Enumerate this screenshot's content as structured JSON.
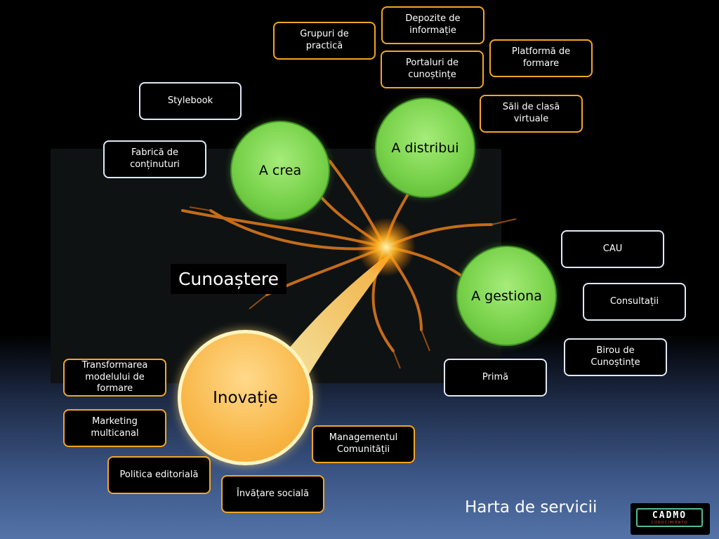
{
  "title": "Harta de servicii",
  "center_label": "Cunoaștere",
  "circles": {
    "create": "A crea",
    "distribute": "A distribui",
    "manage": "A gestiona",
    "innovation": "Inovație"
  },
  "create_items": [
    "Stylebook",
    "Fabrică de conținuturi"
  ],
  "distribute_items": [
    "Grupuri de practică",
    "Depozite de informație",
    "Portaluri de cunoștințe",
    "Platformă de formare",
    "Săli de clasă virtuale"
  ],
  "manage_items": [
    "CAU",
    "Consultații",
    "Birou de Cunoștințe",
    "Primă"
  ],
  "innovation_items": [
    "Transformarea modelului de formare",
    "Marketing multicanal",
    "Politica editorială",
    "Învățare socială",
    "Managementul Comunității"
  ],
  "logo": {
    "name": "CADMO",
    "sub": "CONOCIMIENTO"
  },
  "colors": {
    "green": "#78d24a",
    "orange": "#f5a623",
    "innovation": "#f8b545",
    "light_border": "#dfe9f5"
  }
}
